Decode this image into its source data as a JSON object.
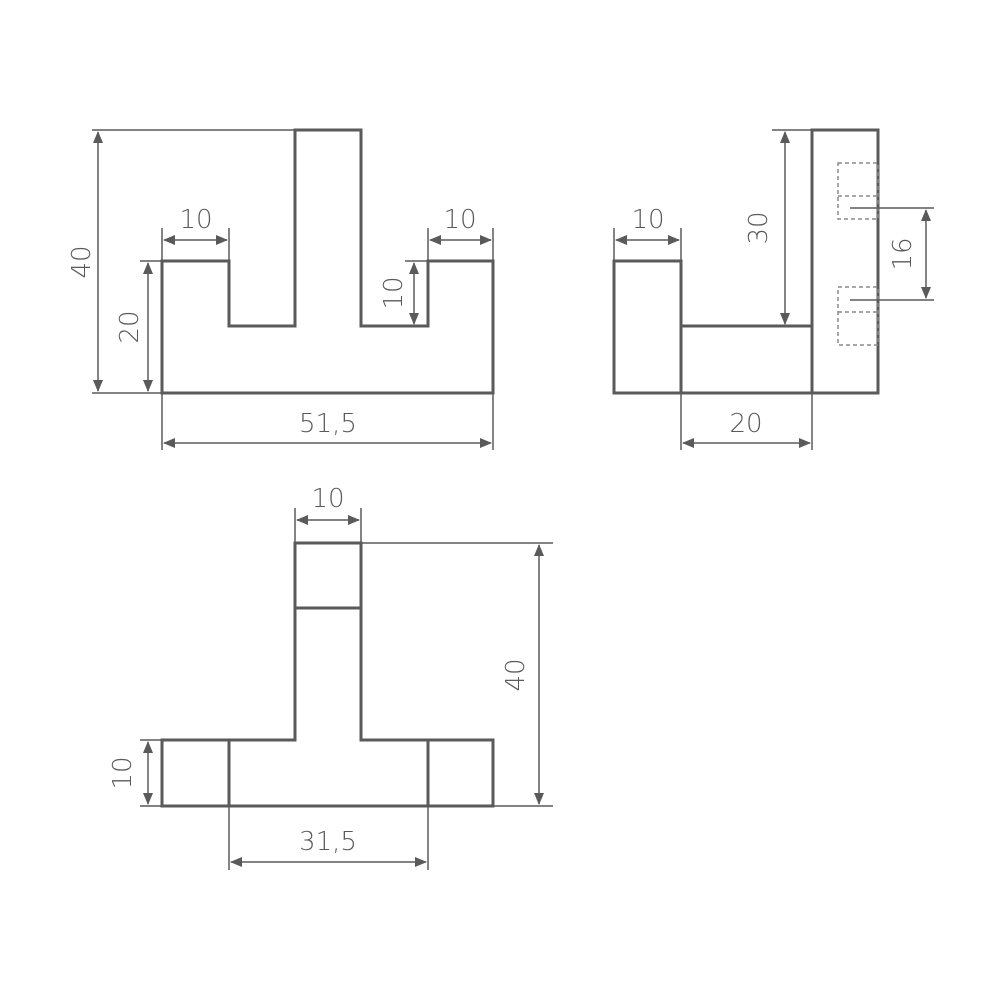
{
  "dimensions": {
    "front_height_total": "40",
    "front_height_base": "20",
    "front_width_left_prong": "10",
    "front_width_right_prong": "10",
    "front_inner_depth": "10",
    "front_width_total": "51,5",
    "side_width_prong": "10",
    "side_height_upper": "30",
    "side_slot": "16",
    "side_width_base": "20",
    "top_width_stem": "10",
    "top_height_total": "40",
    "top_height_flange": "10",
    "top_width_inner": "31,5"
  },
  "colors": {
    "line": "#5a5a5a",
    "hidden": "#8a8a8a",
    "background": "#ffffff"
  }
}
